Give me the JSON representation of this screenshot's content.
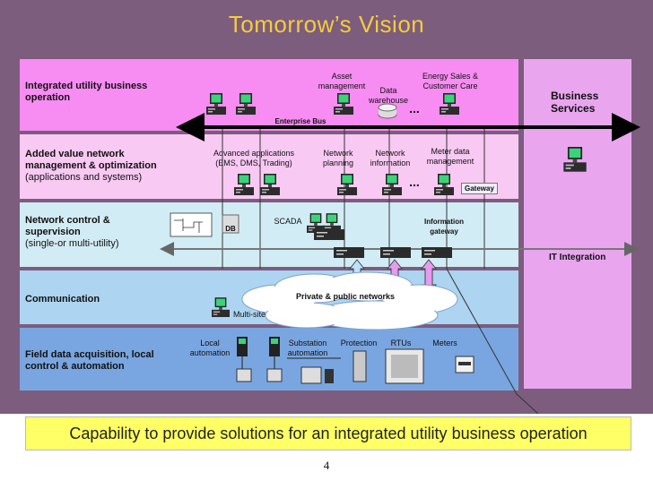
{
  "title": "Tomorrow’s Vision",
  "bands": [
    {
      "label_bold": "Integrated utility business operation",
      "label_sub": ""
    },
    {
      "label_bold": "Added value network management & optimization",
      "label_sub": "(applications and systems)"
    },
    {
      "label_bold": "Network control & supervision",
      "label_sub": "(single-or multi-utility)"
    },
    {
      "label_bold": "Communication",
      "label_sub": ""
    },
    {
      "label_bold": "Field data acquisition, local control & automation",
      "label_sub": ""
    }
  ],
  "labels": {
    "asset_management": "Asset management",
    "energy_sales": "Energy Sales & Customer Care",
    "data_warehouse": "Data warehouse",
    "enterprise_bus": "Enterprise Bus",
    "advanced_applications": "Advanced applications (EMS, DMS, Trading)",
    "network_planning": "Network planning",
    "network_information": "Network information",
    "meter_data": "Meter data management",
    "gateway": "Gateway",
    "db": "DB",
    "scada": "SCADA",
    "information_gateway": "Information gateway",
    "private_public_networks": "Private & public networks",
    "multi_site": "Multi-site",
    "local_automation": "Local automation",
    "substation_automation": "Substation automation",
    "protection": "Protection",
    "rtus": "RTUs",
    "meters": "Meters",
    "ellipsis": "...",
    "business_services": "Business Services",
    "it_integration": "IT Integration"
  },
  "footer": "Capability to provide solutions for an integrated utility business operation",
  "page_number": "4",
  "colors": {
    "background": "#7c5d7e",
    "title": "#f5cc3a",
    "band_business": "#f78cf2",
    "band_value": "#f8c9f3",
    "band_control": "#d2ecf5",
    "band_comm": "#add4f0",
    "band_field": "#79a6e0",
    "right_column": "#e9a6ef",
    "footer": "#ffff66"
  }
}
